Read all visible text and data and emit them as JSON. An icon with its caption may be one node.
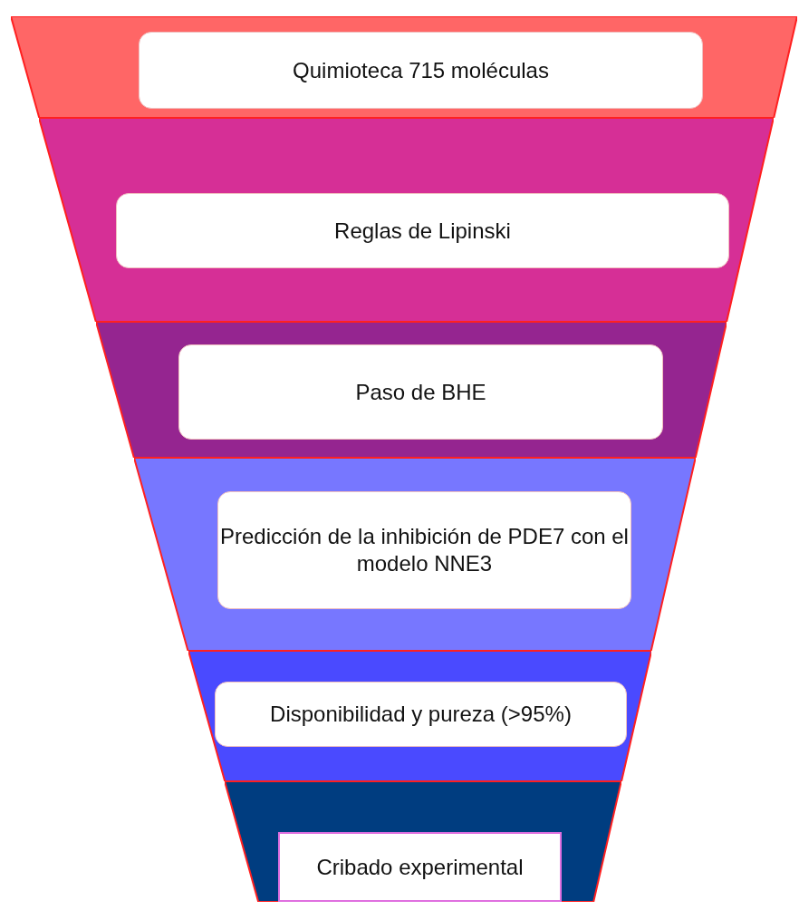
{
  "diagram": {
    "nodes": [
      {
        "text": [],
        "shape": "trapezoid"
      },
      {
        "text": [
          "Quimioteca 715 moléculas"
        ],
        "in": 0
      },
      {
        "text": [],
        "shape": "trapezoid"
      },
      {
        "text": [
          "Reglas de Lipinski"
        ],
        "in": 2
      },
      {
        "text": [],
        "shape": "trapezoid"
      },
      {
        "text": [
          "Paso de BHE"
        ],
        "in": 4
      },
      {
        "text": [],
        "shape": "trapezoid"
      },
      {
        "text": [
          "Predicción de la inhibición de PDE7 con el modelo NNE3"
        ],
        "in": 6
      },
      {
        "text": [],
        "shape": "trapezoid"
      },
      {
        "text": [
          "Disponibilidad y pureza (>95%)"
        ],
        "in": 8
      },
      {
        "text": [],
        "shape": "trapezoid"
      },
      {
        "text": [
          "Cribado experimental"
        ],
        "in": 10
      }
    ]
  }
}
